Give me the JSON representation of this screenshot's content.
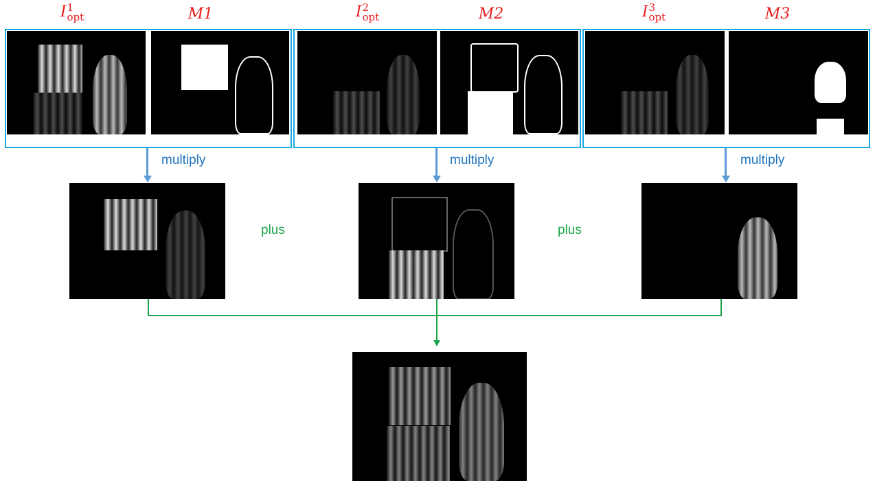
{
  "labels": {
    "i1": {
      "base": "I",
      "sup": "1",
      "sub": "opt"
    },
    "m1": "M1",
    "i2": {
      "base": "I",
      "sup": "2",
      "sub": "opt"
    },
    "m2": "M2",
    "i3": {
      "base": "I",
      "sup": "3",
      "sub": "opt"
    },
    "m3": "M3"
  },
  "operations": {
    "multiply": "multiply",
    "plus": "plus"
  },
  "colors": {
    "label": "#e81c1c",
    "box": "#19a7e6",
    "arrow": "#5b9bd5",
    "multiply": "#1f73bf",
    "plus": "#1aa34a"
  }
}
